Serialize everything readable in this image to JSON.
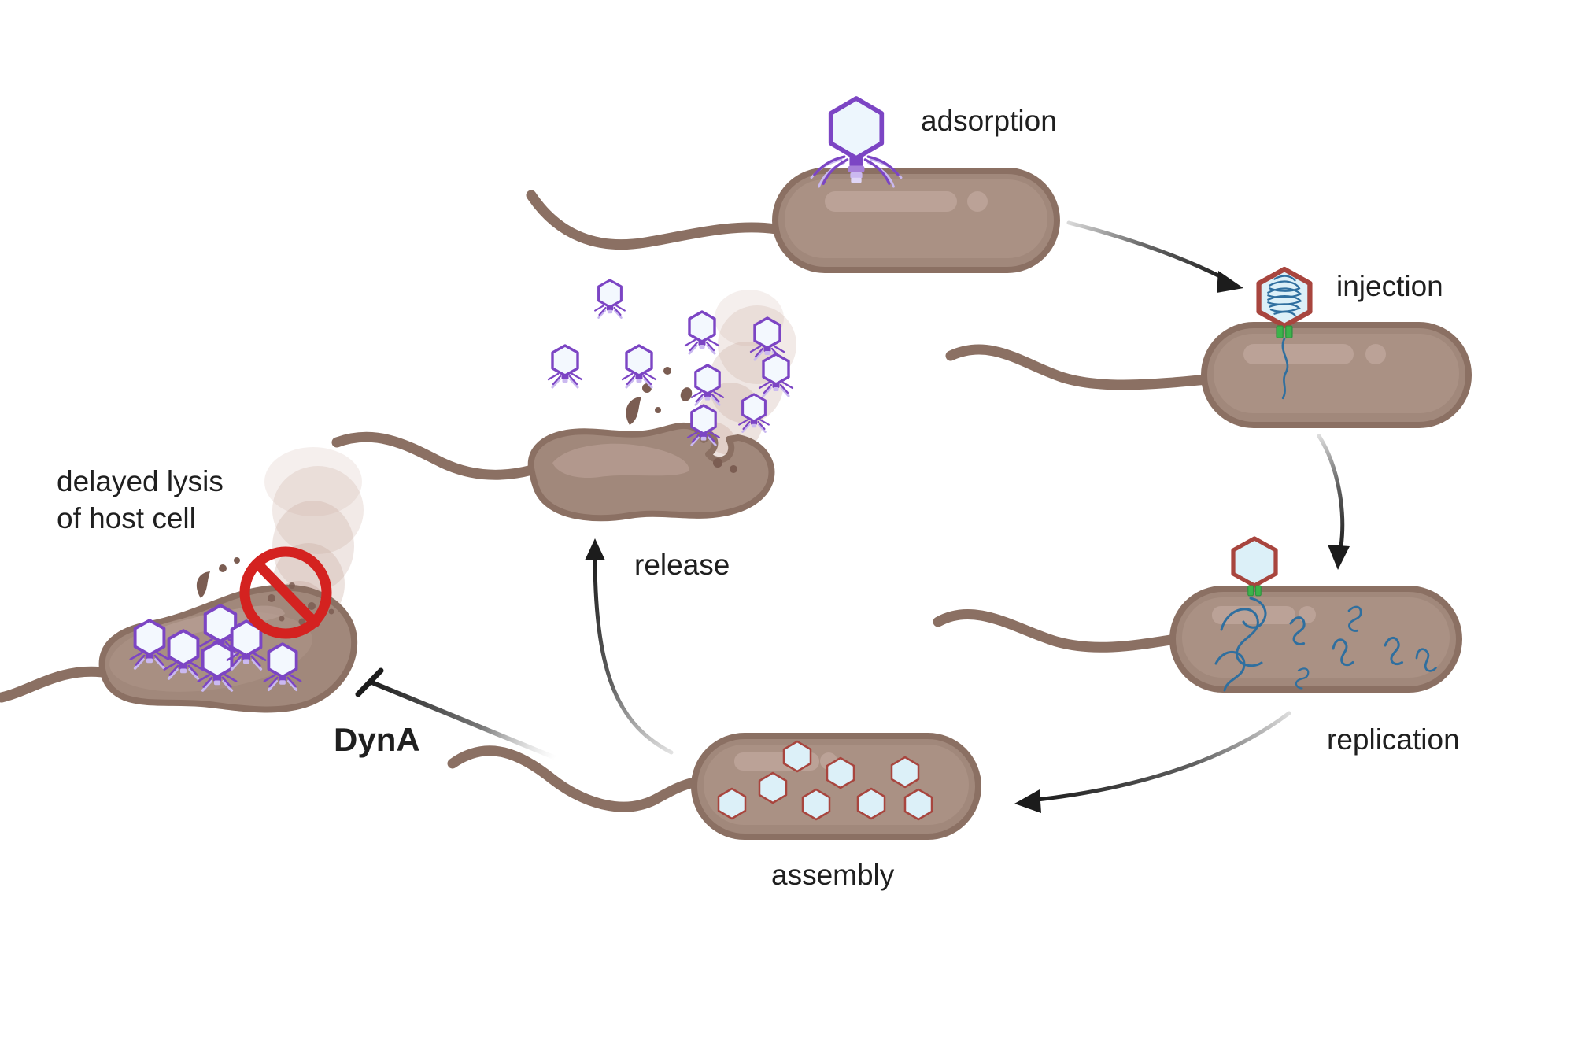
{
  "labels": {
    "adsorption": "adsorption",
    "injection": "injection",
    "replication": "replication",
    "assembly": "assembly",
    "release": "release",
    "delayed_lysis_line1": "delayed lysis",
    "delayed_lysis_line2": "of host cell",
    "inhibitor": "DynA"
  },
  "icons": {
    "bacterium-cell-icon": "brown rounded pill with flagellum",
    "phage-icon": "purple hexagonal capsid with tail fibers",
    "phage-dna-icon": "red hexagonal capsid with coiled blue DNA",
    "empty-capsid-icon": "red hexagonal capsid, empty",
    "capsid-hex-icon": "small red-outlined light-blue hexagon",
    "prohibition-icon": "red circle with diagonal slash",
    "inhibition-tbar-icon": "T-bar inhibition line",
    "curved-arrow-icon": "black curved arrow with fading tail",
    "burst-smoke-icon": "dusty pink smoke plume",
    "splash-icon": "brown lysis splash droplets"
  },
  "colors": {
    "bg": "#ffffff",
    "text": "#1f1f1f",
    "arrow": "#1c1c1c",
    "cell_fill": "#a1887b",
    "cell_stroke": "#8b7063",
    "cell_inner": "#aa9184",
    "cell_highlight": "#bba297",
    "flagellum": "#8b7063",
    "phage_purple": "#7c45c4",
    "phage_purple_light": "#c9b8ef",
    "phage_head_fill": "#edf6fd",
    "capsid_red": "#a8453e",
    "capsid_fill": "#dcf0f8",
    "dna_blue": "#2f6f9f",
    "connector_green": "#3cb34a",
    "prohibition": "#d42220",
    "splash_brown": "#7b5d52",
    "smoke_pink": "#c7a79a"
  }
}
